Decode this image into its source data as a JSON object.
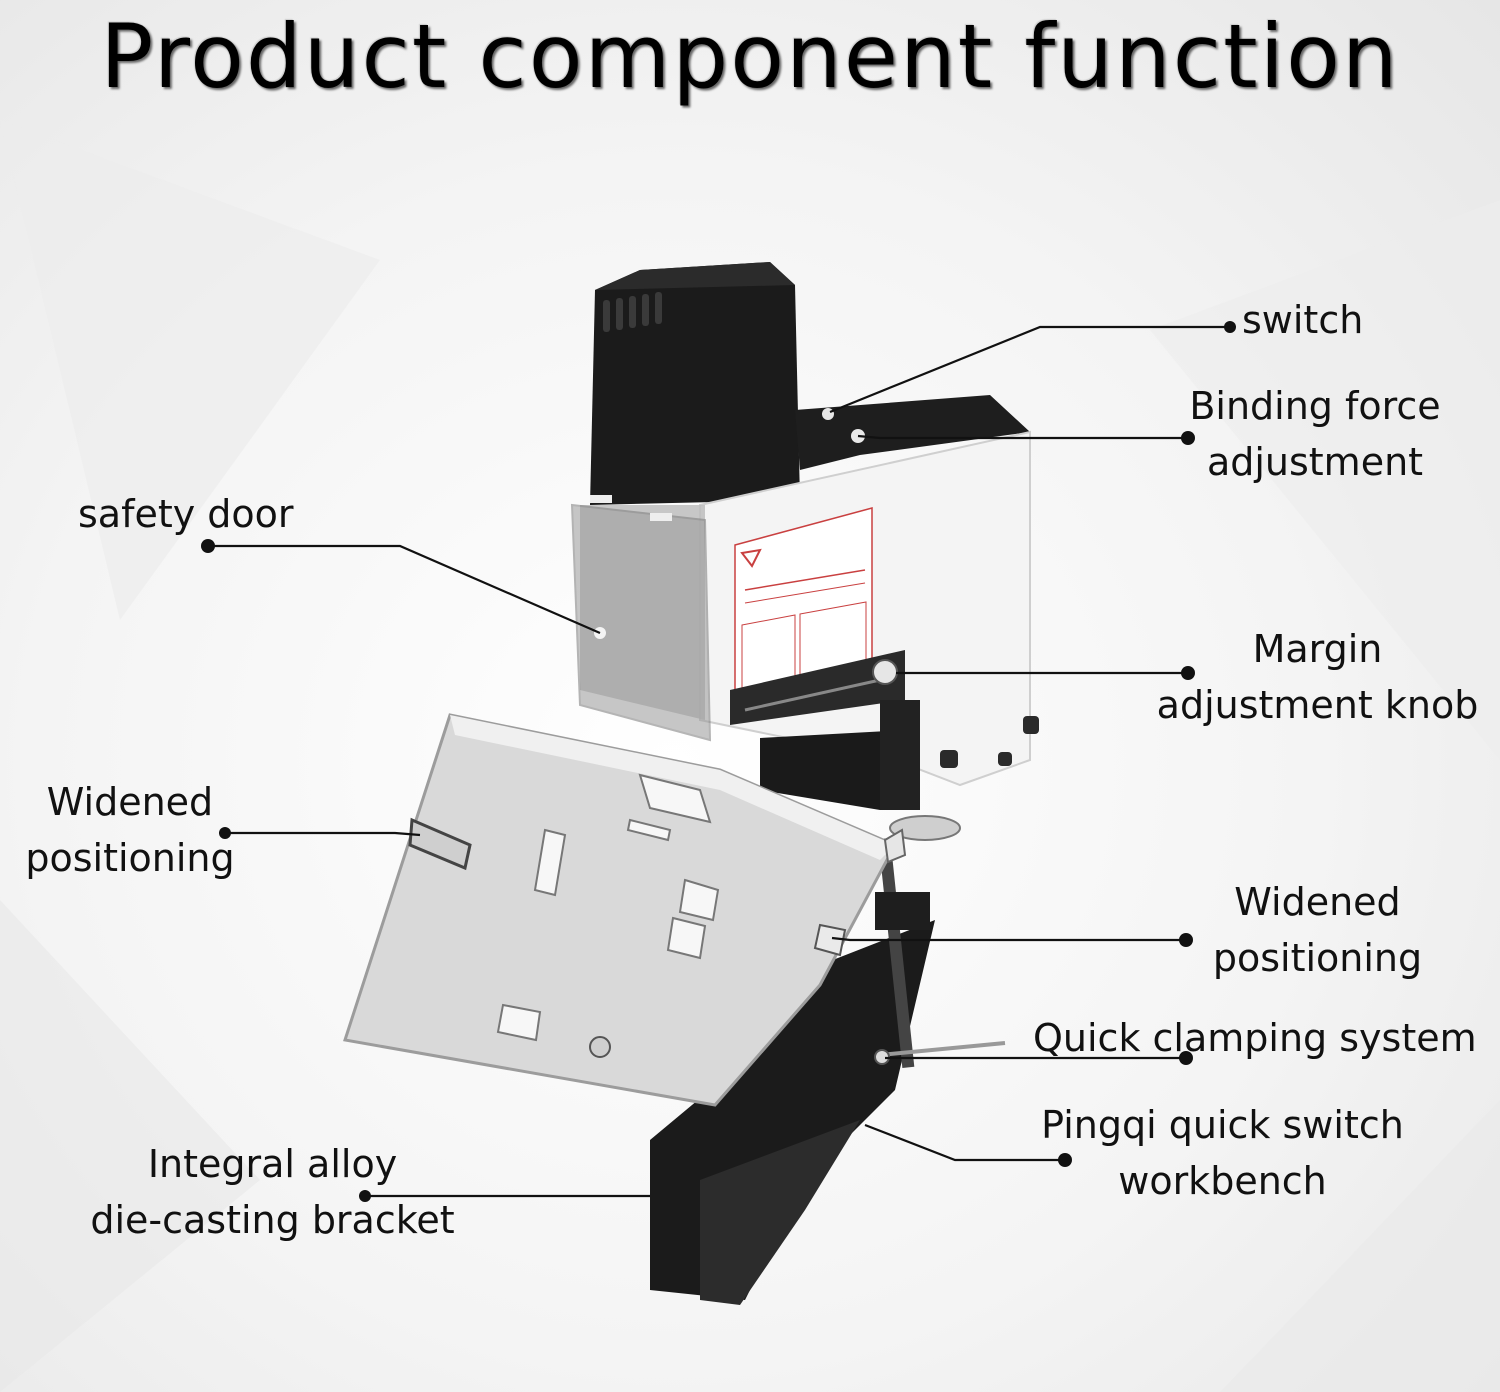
{
  "title": "Product component function",
  "labels": {
    "switch": "switch",
    "binding_force": [
      "Binding force",
      "adjustment"
    ],
    "safety_door": "safety door",
    "margin_knob": [
      "Margin",
      "adjustment knob"
    ],
    "widened_left": [
      "Widened",
      "positioning"
    ],
    "widened_right": [
      "Widened",
      "positioning"
    ],
    "quick_clamping": "Quick clamping system",
    "pingqi": [
      "Pingqi quick switch",
      "workbench"
    ],
    "bracket": [
      "Integral alloy",
      "die-casting bracket"
    ]
  },
  "colors": {
    "body_black": "#1b1b1b",
    "plate_silver": "#d8d8d8",
    "cover_white": "#f2f2f2",
    "leader": "#111111"
  }
}
